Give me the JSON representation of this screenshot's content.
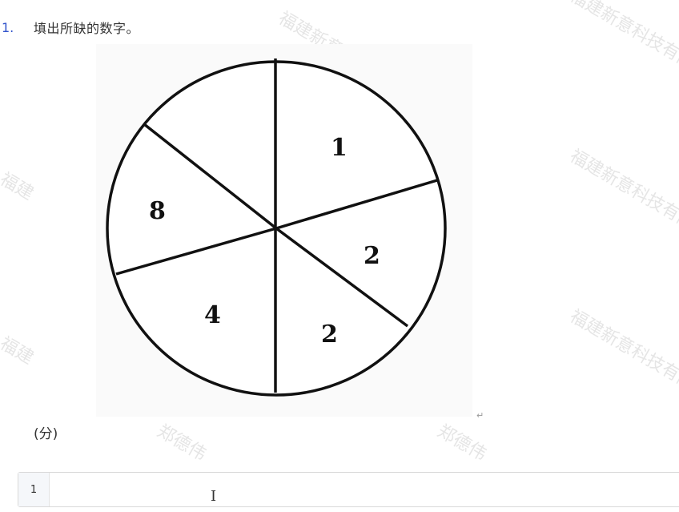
{
  "question": {
    "number": "1.",
    "text": "填出所缺的数字。"
  },
  "figure": {
    "segments": [
      {
        "position": "upper-right",
        "value": "1"
      },
      {
        "position": "right",
        "value": "2"
      },
      {
        "position": "lower-right",
        "value": "2"
      },
      {
        "position": "lower-left",
        "value": "4"
      },
      {
        "position": "left",
        "value": "8"
      },
      {
        "position": "upper-left",
        "value": ""
      }
    ]
  },
  "score": {
    "label": "(分)"
  },
  "answer": {
    "index": "1",
    "value": ""
  },
  "watermarks": {
    "company": "福建新意科技有限公司",
    "company_short": "福建",
    "company_mid": "福建新意",
    "person": "郑德伟"
  }
}
